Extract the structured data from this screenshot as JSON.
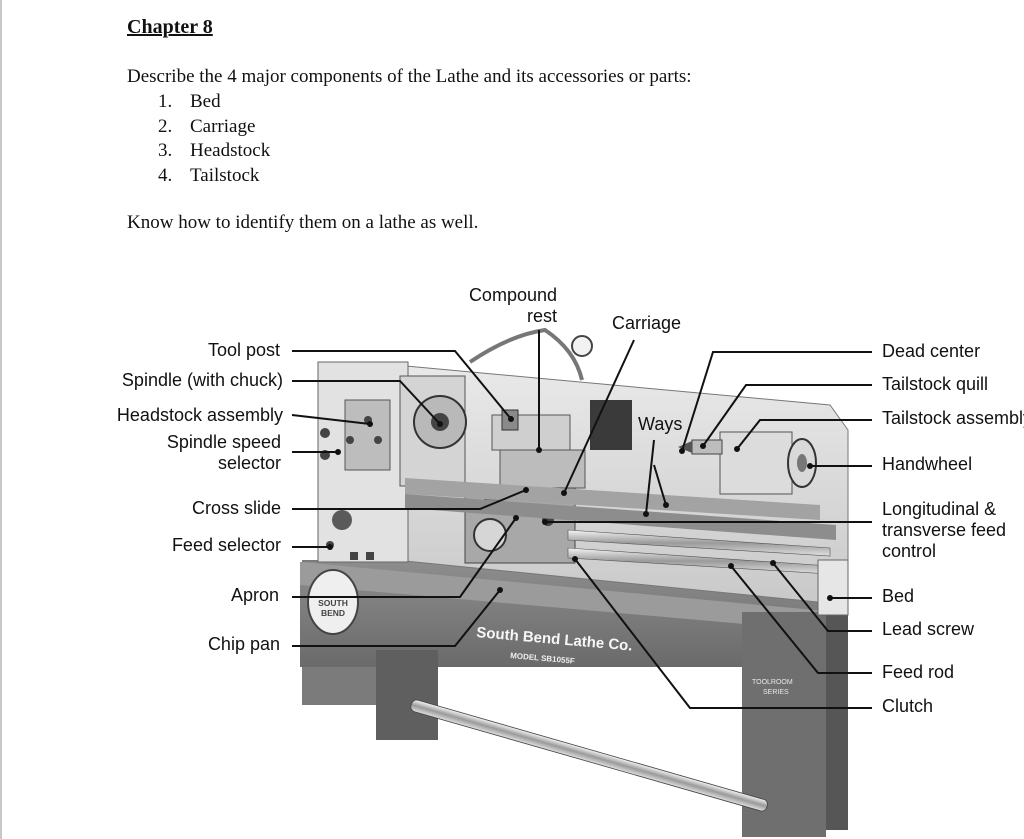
{
  "document": {
    "chapter_title": "Chapter 8",
    "intro": "Describe the 4 major components of the Lathe and its accessories or parts:",
    "components": [
      {
        "num": "1.",
        "text": "Bed"
      },
      {
        "num": "2.",
        "text": "Carriage"
      },
      {
        "num": "3.",
        "text": "Headstock"
      },
      {
        "num": "4.",
        "text": "Tailstock"
      }
    ],
    "instruction": "Know how to identify them on a lathe as well."
  },
  "figure": {
    "labels": {
      "compound_rest_line1": "Compound",
      "compound_rest_line2": "rest",
      "carriage": "Carriage",
      "ways": "Ways",
      "tool_post": "Tool post",
      "spindle_chuck": "Spindle (with chuck)",
      "headstock_assembly": "Headstock assembly",
      "spindle_speed_line1": "Spindle speed",
      "spindle_speed_line2": "selector",
      "cross_slide": "Cross slide",
      "feed_selector": "Feed selector",
      "apron": "Apron",
      "chip_pan": "Chip pan",
      "dead_center": "Dead center",
      "tailstock_quill": "Tailstock quill",
      "tailstock_assembly": "Tailstock assembly",
      "handwheel": "Handwheel",
      "long_feed_line1": "Longitudinal &",
      "long_feed_line2": "transverse feed",
      "long_feed_line3": "control",
      "bed": "Bed",
      "lead_screw": "Lead screw",
      "feed_rod": "Feed rod",
      "clutch": "Clutch"
    },
    "machine_text": {
      "brand": "South Bend Lathe Co.",
      "model": "MODEL SB1055F",
      "badge_line1": "SOUTH",
      "badge_line2": "BEND",
      "series_line1": "TOOLROOM",
      "series_line2": "SERIES"
    }
  }
}
